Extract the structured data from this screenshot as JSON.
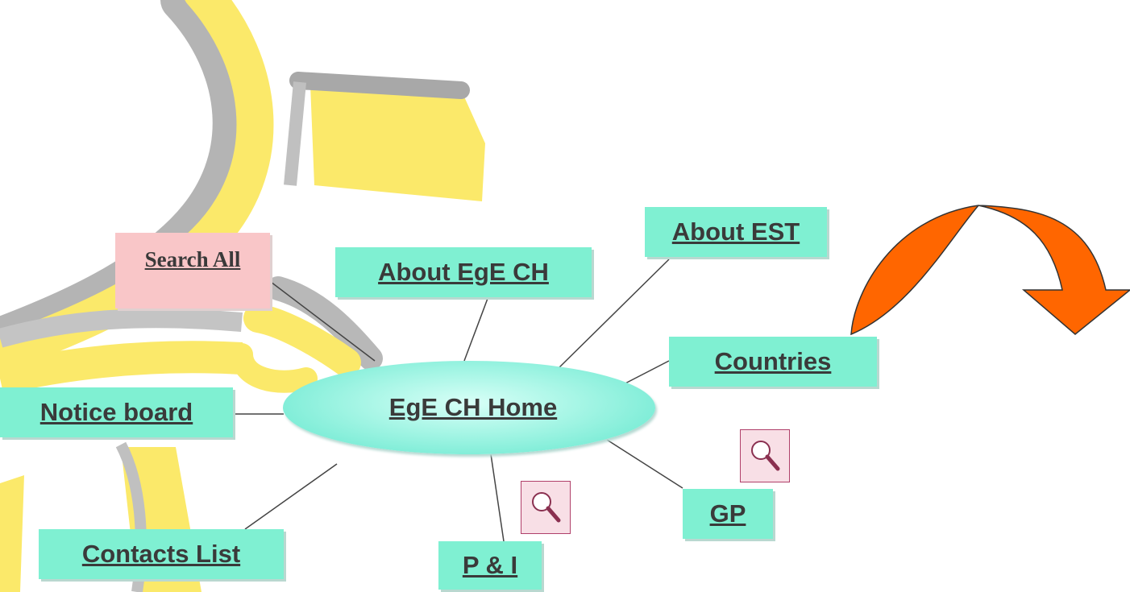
{
  "hub": {
    "label": "EgE CH Home"
  },
  "nodes": {
    "search_all": "Search All",
    "about_ege_ch": "About EgE CH",
    "about_est": "About EST",
    "countries": "Countries",
    "notice_board": "Notice board",
    "contacts_list": "Contacts List",
    "p_and_i": "P & I",
    "gp": "GP"
  },
  "icons": {
    "zoom": "magnifier-icon",
    "next": "curved-arrow-icon"
  },
  "colors": {
    "node_fill": "#7ff0d2",
    "search_fill": "#f9c6c8",
    "arrow_fill": "#ff6600",
    "connector": "#444444",
    "backdrop_yellow": "#fbe96a",
    "backdrop_grey": "#a8a8a8"
  }
}
